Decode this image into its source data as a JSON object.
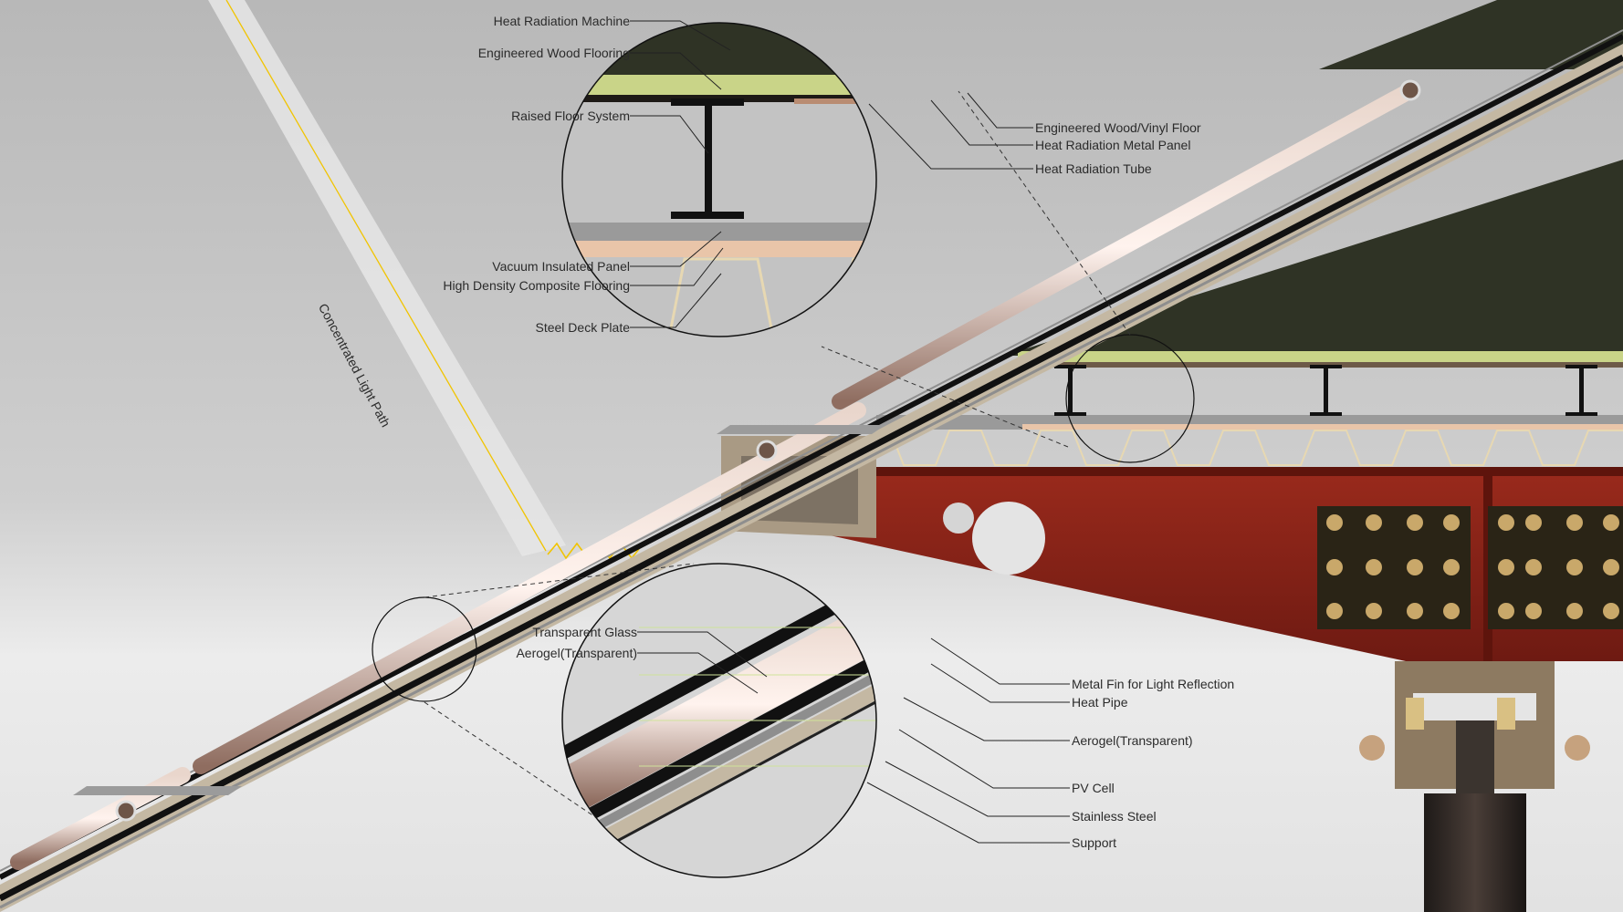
{
  "labels": {
    "top_left": {
      "heat_radiation_machine": "Heat Radiation Machine",
      "engineered_wood_flooring": "Engineered Wood Flooring",
      "raised_floor_system": "Raised Floor System",
      "vacuum_insulated_panel": "Vacuum Insulated Panel",
      "high_density_composite_flooring": "High Density Composite Flooring",
      "steel_deck_plate": "Steel Deck Plate"
    },
    "top_right": {
      "engineered_wood_vinyl_floor": "Engineered Wood/Vinyl Floor",
      "heat_radiation_metal_panel": "Heat Radiation Metal Panel",
      "heat_radiation_tube": "Heat Radiation Tube"
    },
    "bottom_left": {
      "transparent_glass": "Transparent Glass",
      "aerogel_left": "Aerogel(Transparent)"
    },
    "bottom_right": {
      "metal_fin": "Metal Fin for Light Reflection",
      "heat_pipe": "Heat Pipe",
      "aerogel_right": "Aerogel(Transparent)",
      "pv_cell": "PV Cell",
      "stainless_steel": "Stainless Steel",
      "support": "Support"
    },
    "light_path": "Concentrated Light Path"
  },
  "colors": {
    "floor_dark": "#2f3325",
    "wood_green": "#c9d488",
    "steel_red": "#8b2418",
    "copper": "#b98c72",
    "light_yellow": "#f1c400",
    "steel_grey": "#8e8e8e",
    "black": "#111111"
  }
}
